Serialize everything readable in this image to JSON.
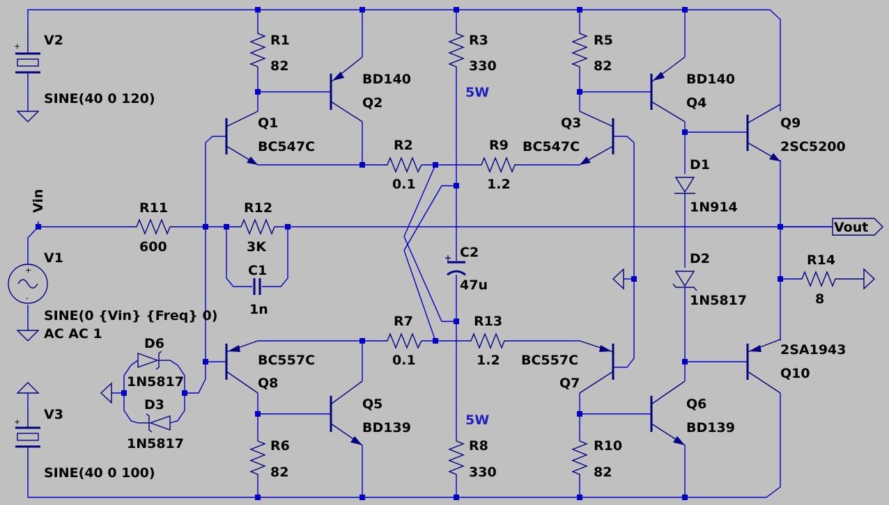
{
  "labels": {
    "V2": "V2",
    "V2_val": "SINE(40 0 120)",
    "V1": "V1",
    "V1_val1": "SINE(0 {Vin} {Freq} 0)",
    "V1_val2": "AC AC 1",
    "V3": "V3",
    "V3_val": "SINE(40 0 100)",
    "Vin": "Vin",
    "Vout": "Vout",
    "R1": "R1",
    "R1_val": "82",
    "R2": "R2",
    "R2_val": "0.1",
    "R3": "R3",
    "R3_val": "330",
    "R3_pwr": "5W",
    "R5": "R5",
    "R5_val": "82",
    "R6": "R6",
    "R6_val": "82",
    "R7": "R7",
    "R7_val": "0.1",
    "R8": "R8",
    "R8_val": "330",
    "R8_pwr": "5W",
    "R9": "R9",
    "R9_val": "1.2",
    "R10": "R10",
    "R10_val": "82",
    "R11": "R11",
    "R11_val": "600",
    "R12": "R12",
    "R12_val": "3K",
    "R13": "R13",
    "R13_val": "1.2",
    "R14": "R14",
    "R14_val": "8",
    "C1": "C1",
    "C1_val": "1n",
    "C2": "C2",
    "C2_val": "47u",
    "Q1": "Q1",
    "Q1_val": "BC547C",
    "Q2": "Q2",
    "Q2_val": "BD140",
    "Q3": "Q3",
    "Q3_val": "BC547C",
    "Q4": "Q4",
    "Q4_val": "BD140",
    "Q5": "Q5",
    "Q5_val": "BD139",
    "Q6": "Q6",
    "Q6_val": "BD139",
    "Q7": "Q7",
    "Q7_val": "BC557C",
    "Q8": "Q8",
    "Q8_val": "BC557C",
    "Q9": "Q9",
    "Q9_val": "2SC5200",
    "Q10": "Q10",
    "Q10_val": "2SA1943",
    "D1": "D1",
    "D1_val": "1N914",
    "D2": "D2",
    "D2_val": "1N5817",
    "D3": "D3",
    "D3_val": "1N5817",
    "D6": "D6",
    "D6_val": "1N5817",
    "plus": "+",
    "minus": "-"
  },
  "colors": {
    "background": "#c0c0c0",
    "wire": "#0000c8",
    "component": "#000080",
    "power_label": "#2020c0"
  }
}
